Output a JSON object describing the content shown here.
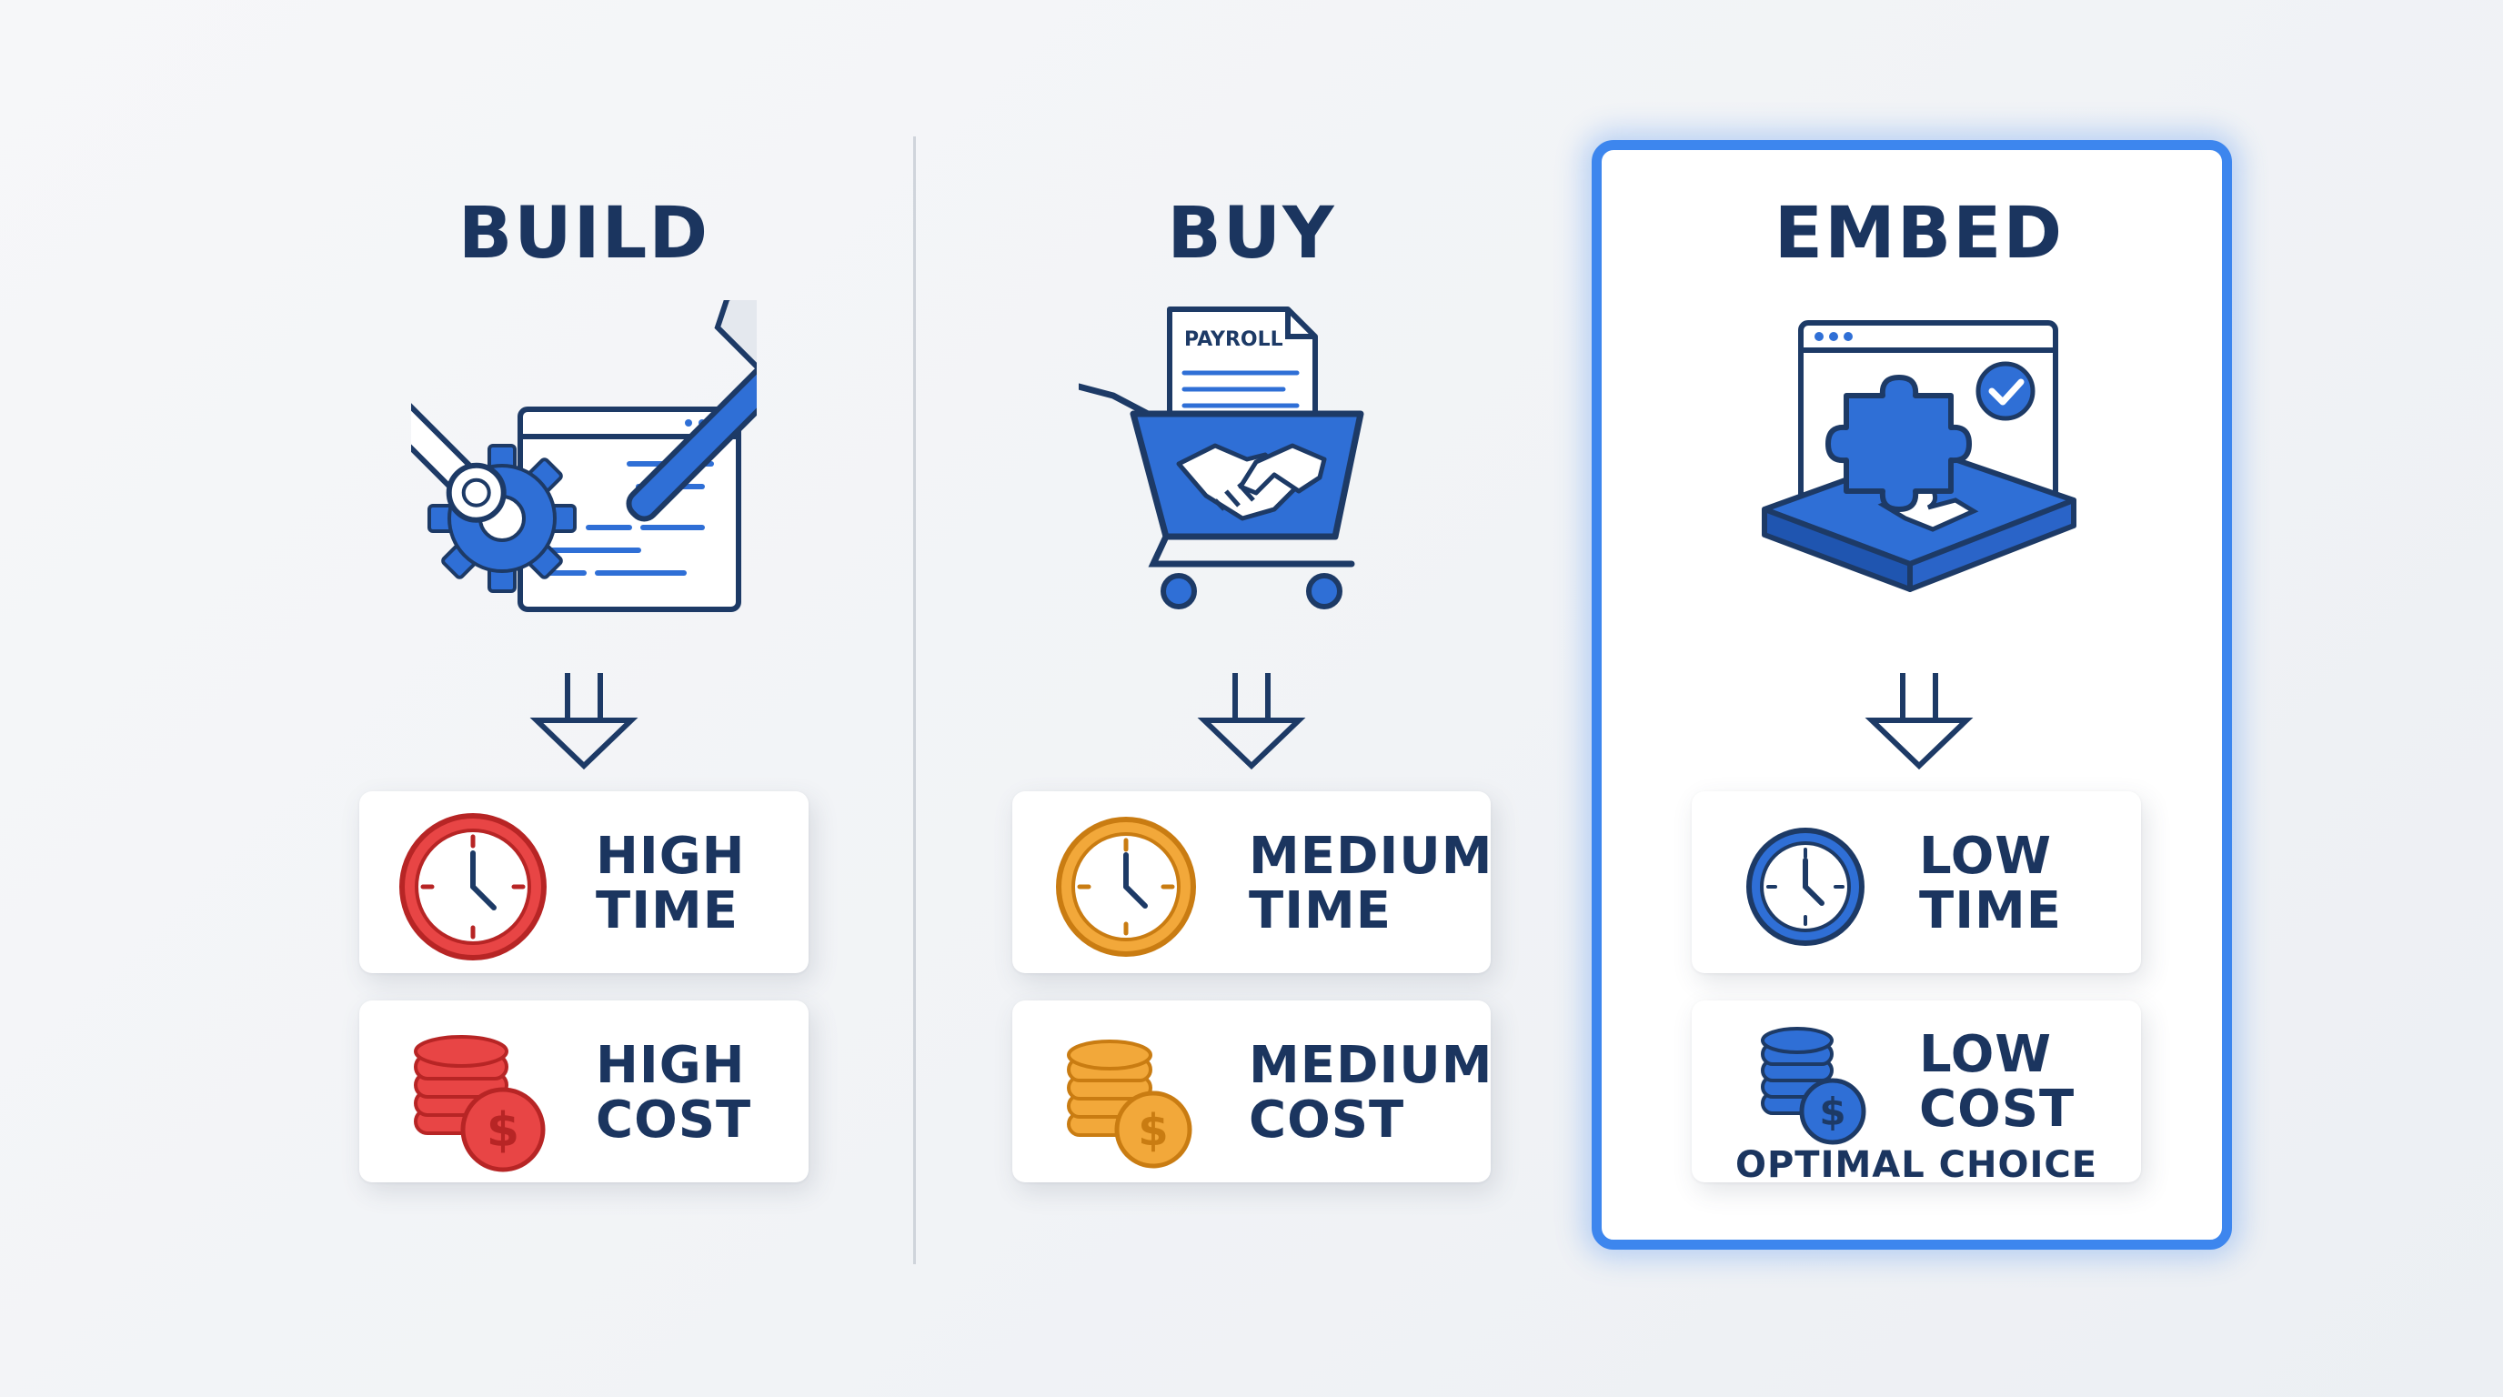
{
  "columns": [
    {
      "id": "build",
      "title": "BUILD",
      "icon": "tools-gear-code-window-icon",
      "time": {
        "level": "HIGH",
        "word": "TIME"
      },
      "cost": {
        "level": "HIGH",
        "word": "COST"
      },
      "color": "#d93a3a"
    },
    {
      "id": "buy",
      "title": "BUY",
      "icon": "shopping-cart-payroll-handshake-icon",
      "doc_label": "PAYROLL",
      "time": {
        "level": "MEDIUM",
        "word": "TIME"
      },
      "cost": {
        "level": "MEDIUM",
        "word": "COST"
      },
      "color": "#f0a12a"
    },
    {
      "id": "embed",
      "title": "EMBED",
      "icon": "puzzle-window-check-icon",
      "time": {
        "level": "LOW",
        "word": "TIME"
      },
      "cost": {
        "level": "LOW",
        "word": "COST"
      },
      "note": "OPTIMAL CHOICE",
      "color": "#2f6fd6",
      "highlighted": true
    }
  ],
  "colors": {
    "text": "#1b355f",
    "blue": "#2f6fd6",
    "outline": "#1d3a66",
    "highlight_border": "#3d86ee"
  }
}
